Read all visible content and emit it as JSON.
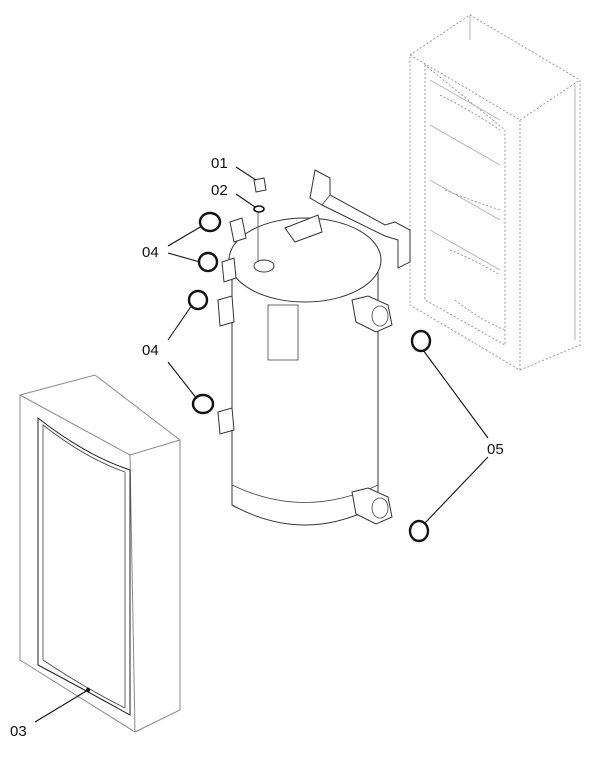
{
  "callouts": {
    "c01": "01",
    "c02": "02",
    "c03": "03",
    "c04_upper": "04",
    "c04_lower": "04",
    "c05": "05"
  },
  "colors": {
    "line": "#111111",
    "ghost": "#9a9a9a",
    "background": "#ffffff"
  }
}
